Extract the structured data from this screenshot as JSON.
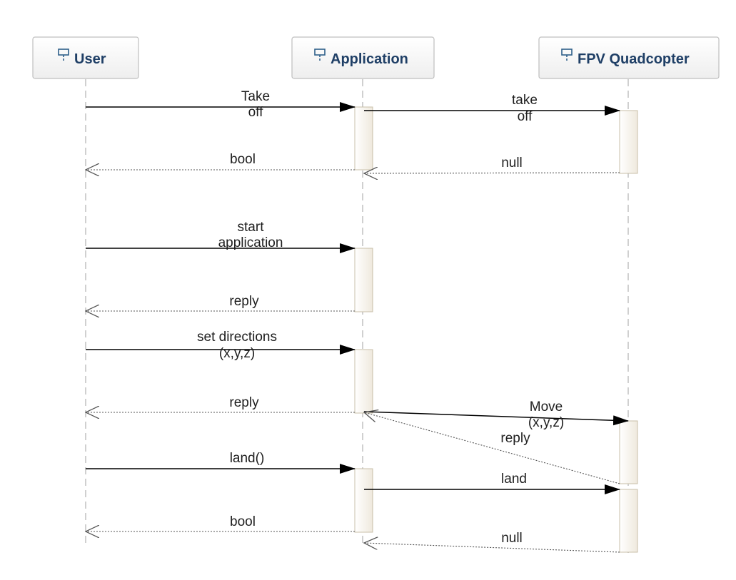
{
  "participants": [
    {
      "id": "user",
      "name": "User",
      "icon": "lifeline-icon"
    },
    {
      "id": "app",
      "name": "Application",
      "icon": "lifeline-icon"
    },
    {
      "id": "quad",
      "name": "FPV Quadcopter",
      "icon": "lifeline-icon"
    }
  ],
  "messages": [
    {
      "id": "m1",
      "from": "user",
      "to": "app",
      "type": "sync",
      "label": [
        "Take",
        "off"
      ]
    },
    {
      "id": "m2",
      "from": "app",
      "to": "quad",
      "type": "sync",
      "label": [
        "take",
        "off"
      ]
    },
    {
      "id": "m3",
      "from": "quad",
      "to": "app",
      "type": "reply",
      "label": [
        "null"
      ]
    },
    {
      "id": "m4",
      "from": "app",
      "to": "user",
      "type": "reply",
      "label": [
        "bool"
      ]
    },
    {
      "id": "m5",
      "from": "user",
      "to": "app",
      "type": "sync",
      "label": [
        "start",
        "application"
      ]
    },
    {
      "id": "m6",
      "from": "app",
      "to": "user",
      "type": "reply",
      "label": [
        "reply"
      ]
    },
    {
      "id": "m7",
      "from": "user",
      "to": "app",
      "type": "sync",
      "label": [
        "set directions",
        "(x,y,z)"
      ]
    },
    {
      "id": "m8",
      "from": "app",
      "to": "user",
      "type": "reply",
      "label": [
        "reply"
      ]
    },
    {
      "id": "m9",
      "from": "app",
      "to": "quad",
      "type": "sync",
      "label": [
        "Move",
        "(x,y,z)"
      ]
    },
    {
      "id": "m10",
      "from": "quad",
      "to": "app",
      "type": "reply",
      "label": [
        "reply"
      ]
    },
    {
      "id": "m11",
      "from": "user",
      "to": "app",
      "type": "sync",
      "label": [
        "land()"
      ]
    },
    {
      "id": "m12",
      "from": "app",
      "to": "quad",
      "type": "sync",
      "label": [
        "land"
      ]
    },
    {
      "id": "m13",
      "from": "app",
      "to": "user",
      "type": "reply",
      "label": [
        "bool"
      ]
    },
    {
      "id": "m14",
      "from": "quad",
      "to": "app",
      "type": "reply",
      "label": [
        "null"
      ]
    }
  ],
  "colors": {
    "header_text": "#1f3f66",
    "header_border": "#bfbfbf",
    "lifeline": "#b0b0b0",
    "activation_fill": "#faf7f0",
    "activation_border": "#c8bfa8",
    "arrow": "#000000",
    "reply_arrow": "#555555"
  }
}
